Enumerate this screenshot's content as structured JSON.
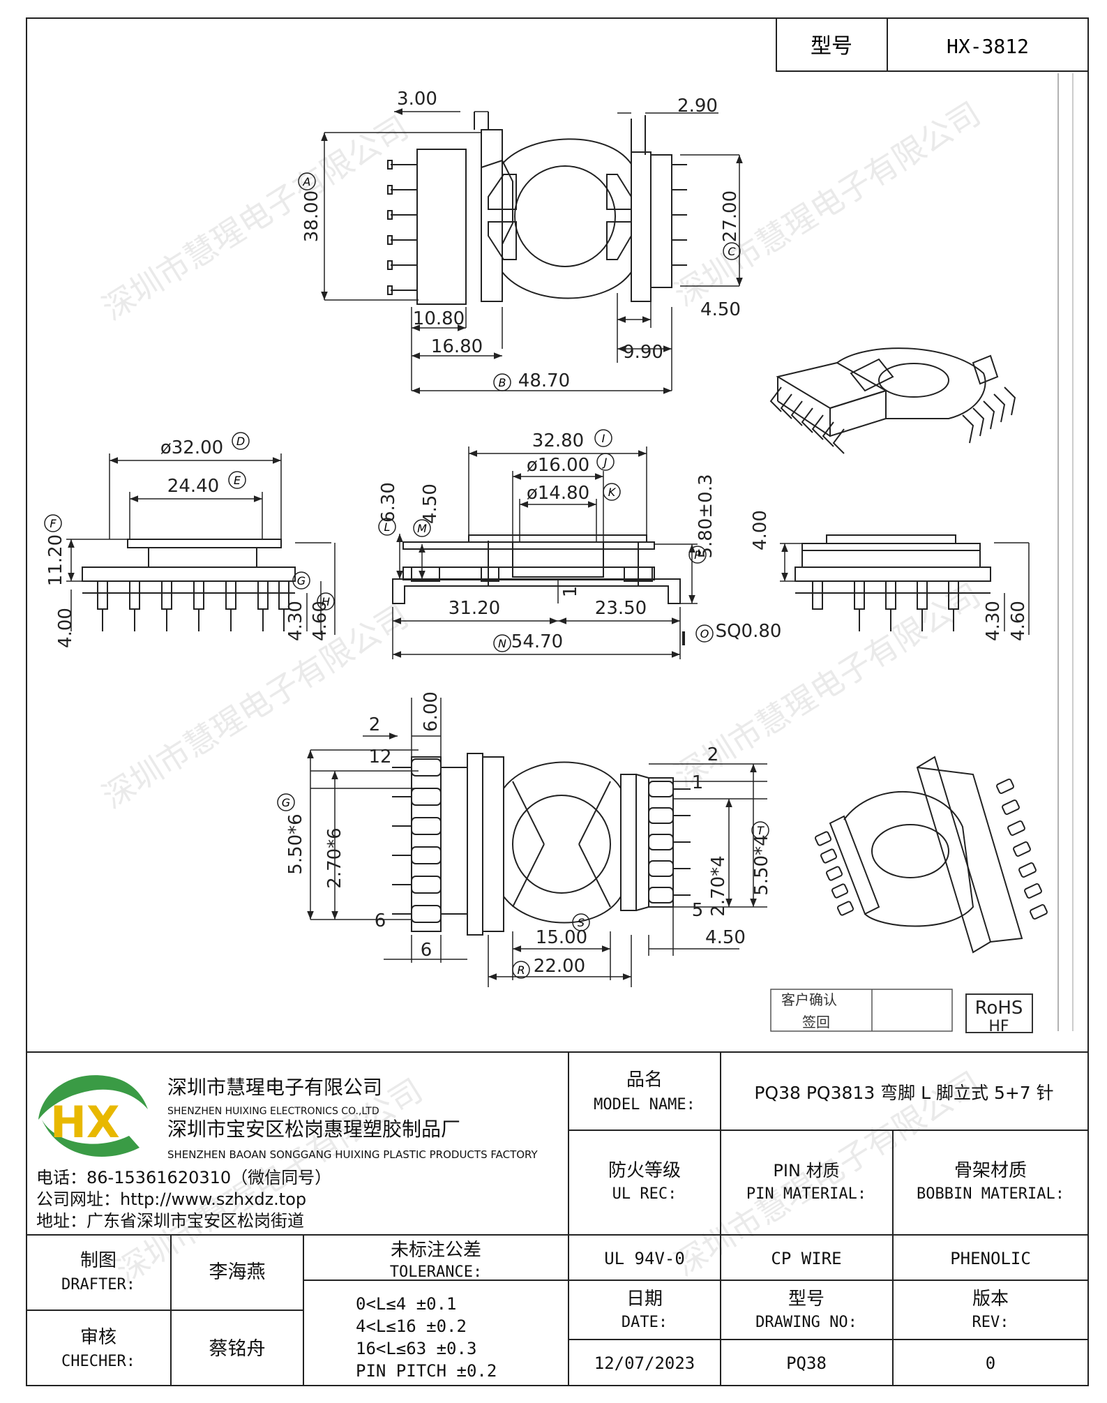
{
  "header": {
    "type_label": "型号",
    "type_value": "HX-3812"
  },
  "top_view": {
    "dim_3_00": "3.00",
    "dim_2_90": "2.90",
    "dim_38_00": "38.00",
    "dim_27_00": "27.00",
    "dim_10_80": "10.80",
    "dim_16_80": "16.80",
    "dim_4_50": "4.50",
    "dim_9_90": "9.90",
    "dim_48_70": "48.70",
    "tag_a": "A",
    "tag_b": "B",
    "tag_c": "C"
  },
  "side_view": {
    "dim_32_00": "ø32.00",
    "dim_24_40": "24.40",
    "dim_11_20": "11.20",
    "dim_4_00": "4.00",
    "dim_4_30": "4.30",
    "dim_4_60": "4.60",
    "tag_d": "D",
    "tag_e": "E",
    "tag_f": "F",
    "tag_g": "G",
    "tag_h": "H"
  },
  "front_view": {
    "dim_32_80": "32.80",
    "dim_16_00": "ø16.00",
    "dim_14_80": "ø14.80",
    "dim_6_30": "6.30",
    "dim_4_50": "4.50",
    "dim_5_80": "5.80±0.3",
    "dim_1": "1",
    "dim_31_20": "31.20",
    "dim_23_50": "23.50",
    "dim_54_70": "54.70",
    "dim_sq": "SQ0.80",
    "tag_i": "I",
    "tag_j": "J",
    "tag_k": "K",
    "tag_l": "L",
    "tag_m": "M",
    "tag_n": "N",
    "tag_o": "O",
    "tag_p": "P"
  },
  "right_view": {
    "dim_4_00": "4.00",
    "dim_4_30": "4.30",
    "dim_4_60": "4.60"
  },
  "bottom_view": {
    "dim_2": "2",
    "dim_6_00": "6.00",
    "pin_12": "12",
    "pin_6": "6",
    "dim_5_50x6": "5.50*6",
    "dim_2_70x6": "2.70*6",
    "dim_6": "6",
    "dim_15_00": "15.00",
    "dim_22_00": "22.00",
    "dim_2_r": "2",
    "pin_1": "1",
    "pin_5": "5",
    "dim_2_70x4": "2.70*4",
    "dim_5_50x4": "5.50*4",
    "dim_4_50": "4.50",
    "tag_g": "G",
    "tag_r": "R",
    "tag_s": "S",
    "tag_t": "T"
  },
  "confirm_box": {
    "line1": "客户确认",
    "line2": "签回"
  },
  "rohs": {
    "line1": "RoHS",
    "line2": "HF"
  },
  "company": {
    "name_cn": "深圳市慧瑆电子有限公司",
    "name_en": "SHENZHEN HUIXING ELECTRONICS CO.,LTD",
    "factory_cn": "深圳市宝安区松岗惠瑆塑胶制品厂",
    "factory_en": "SHENZHEN BAOAN SONGGANG HUIXING PLASTIC PRODUCTS FACTORY",
    "phone": "电话：86-15361620310（微信同号）",
    "website": "公司网址：http://www.szhxdz.top",
    "address": "地址：广东省深圳市宝安区松岗街道",
    "logo_text": "HX"
  },
  "title_block": {
    "model_name_cn": "品名",
    "model_name_en": "MODEL NAME:",
    "model_name_value": "PQ38 PQ3813 弯脚 L 脚立式 5+7 针",
    "ul_cn": "防火等级",
    "ul_en": "UL REC:",
    "pin_cn": "PIN 材质",
    "pin_en": "PIN MATERIAL:",
    "bobbin_cn": "骨架材质",
    "bobbin_en": "BOBBIN MATERIAL:",
    "ul_value": "UL 94V-0",
    "pin_value": "CP WIRE",
    "bobbin_value": "PHENOLIC",
    "drafter_cn": "制图",
    "drafter_en": "DRAFTER:",
    "drafter_value": "李海燕",
    "checker_cn": "审核",
    "checker_en": "CHECHER:",
    "checker_value": "蔡铭舟",
    "tol_cn": "未标注公差",
    "tol_en": "TOLERANCE:",
    "tol_1": "0<L≤4   ±0.1",
    "tol_2": "4<L≤16  ±0.2",
    "tol_3": "16<L≤63  ±0.3",
    "tol_4": "PIN PITCH  ±0.2",
    "date_cn": "日期",
    "date_en": "DATE:",
    "date_value": "12/07/2023",
    "drawing_cn": "型号",
    "drawing_en": "DRAWING NO:",
    "drawing_value": "PQ38",
    "rev_cn": "版本",
    "rev_en": "REV:",
    "rev_value": "0"
  },
  "watermark": "深圳市慧瑆电子有限公司"
}
